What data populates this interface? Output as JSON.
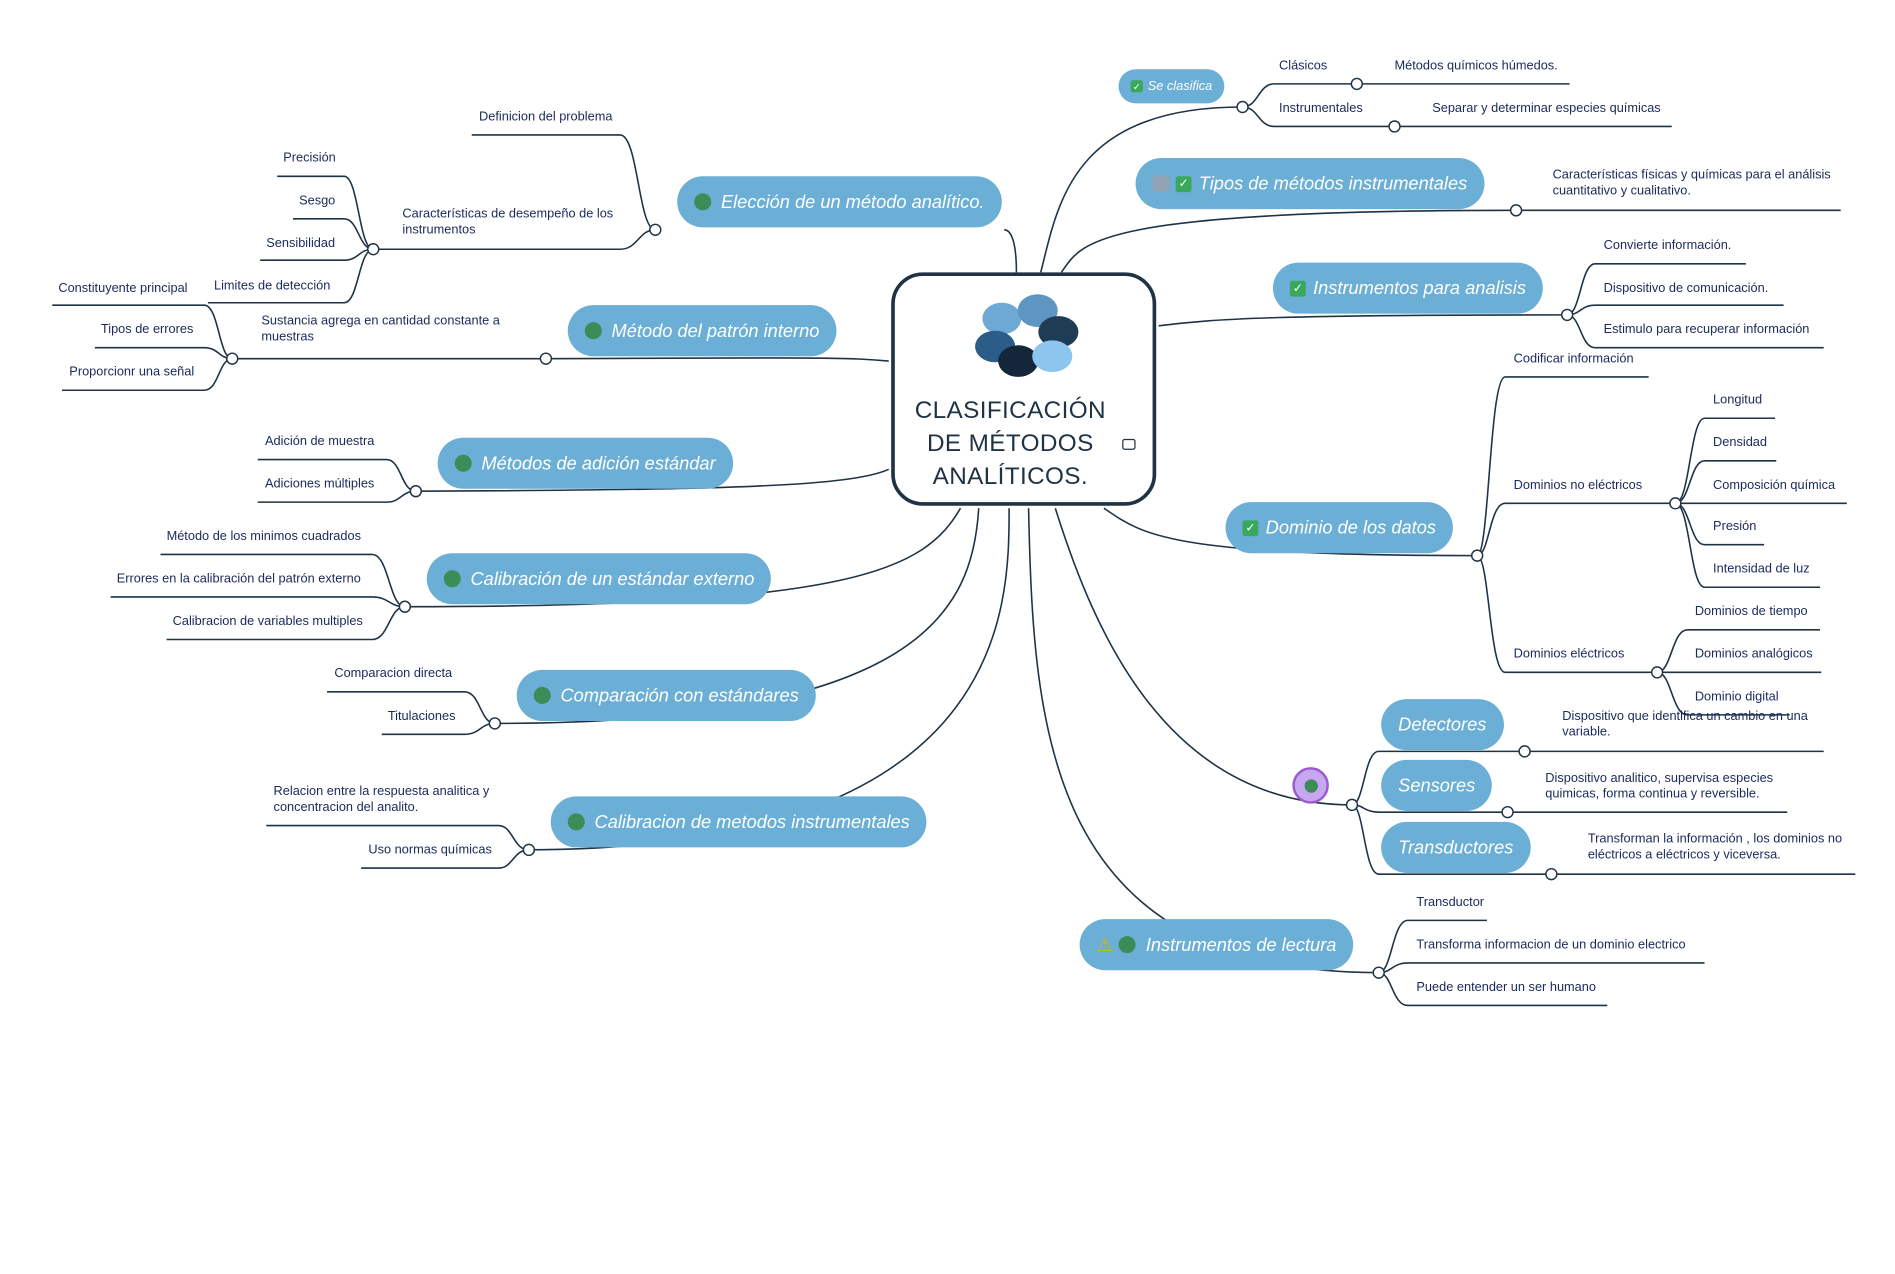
{
  "center": {
    "title": "CLASIFICACIÓN DE MÉTODOS ANALÍTICOS.",
    "icon": "image-icon"
  },
  "topics": {
    "eleccion": "Elección de un método analítico.",
    "patron_interno": "Método del patrón interno",
    "adicion": "Métodos de adición estándar",
    "calibracion_externo": "Calibración de un estándar externo",
    "comparacion": "Comparación con estándares",
    "calibracion_metodos": "Calibracion de metodos instrumentales",
    "se_clasifica": "Se clasifica",
    "tipos": "Tipos de métodos instrumentales",
    "instrumentos_analisis": "Instrumentos para analisis",
    "dominio": "Dominio de los datos",
    "detectores": "Detectores",
    "sensores": "Sensores",
    "transductores": "Transductores",
    "lectura": "Instrumentos de lectura"
  },
  "leaves": {
    "definicion": "Definicion del problema",
    "caracteristicas_desempeno": "Características de desempeño de los instrumentos",
    "precision": "Precisión",
    "sesgo": "Sesgo",
    "sensibilidad": "Sensibilidad",
    "limites": "Limites de detección",
    "sustancia": "Sustancia agrega  en cantidad constante a muestras",
    "constituyente": "Constituyente principal",
    "tipos_errores": "Tipos de errores",
    "proporcionr": "Proporcionr una señal",
    "adicion_muestra": "Adición de muestra",
    "adiciones_multiples": "Adiciones múltiples",
    "minimos": "Método de los minimos cuadrados",
    "errores_calibracion": "Errores en la calibración del patrón externo",
    "variables_multiples": "Calibracion de variables multiples",
    "comparacion_directa": "Comparacion directa",
    "titulaciones": "Titulaciones",
    "relacion": "Relacion entre la respuesta analitica y concentracion del analito.",
    "normas": "Uso normas químicas",
    "clasicos": "Clásicos",
    "quimicos_humedos": "Métodos químicos húmedos.",
    "instrumentales": "Instrumentales",
    "separar": "Separar y determinar especies químicas",
    "caracteristicas_fisicas": "Características físicas y químicas para el análisis cuantitativo y cualitativo.",
    "convierte": "Convierte información.",
    "dispositivo_comunicacion": "Dispositivo de comunicación.",
    "estimulo": "Estimulo para recuperar información",
    "codificar": "Codificar información",
    "no_electricos": "Dominios no eléctricos",
    "longitud": "Longitud",
    "densidad": "Densidad",
    "composicion": "Composición química",
    "presion": "Presión",
    "intensidad": "Intensidad de luz",
    "electricos": "Dominios eléctricos",
    "tiempo": "Dominios de tiempo",
    "analogicos": "Dominios analógicos",
    "digital": "Dominio digital",
    "detector_def": "Dispositivo que identifica un cambio en una variable.",
    "sensor_def": "Dispositivo analitico, supervisa especies quimicas, forma continua y reversible.",
    "transductor_def": "Transforman la información , los dominios no eléctricos a eléctricos  y viceversa.",
    "transductor": "Transductor",
    "transforma": "Transforma informacion de un dominio electrico",
    "humano": "Puede entender un ser humano"
  },
  "colors": {
    "topic_fill": "#6baed6",
    "topic_text": "#ffffff",
    "line": "#1f3345",
    "leaf_text": "#1a2a5a",
    "marker_green": "#3c8c58",
    "check_green": "#3aa85a",
    "warning": "#e0b000",
    "ring": "#c7a8f0"
  },
  "icons": [
    "green-dot-icon",
    "check-icon",
    "person-icon",
    "warning-icon",
    "image-icon"
  ]
}
